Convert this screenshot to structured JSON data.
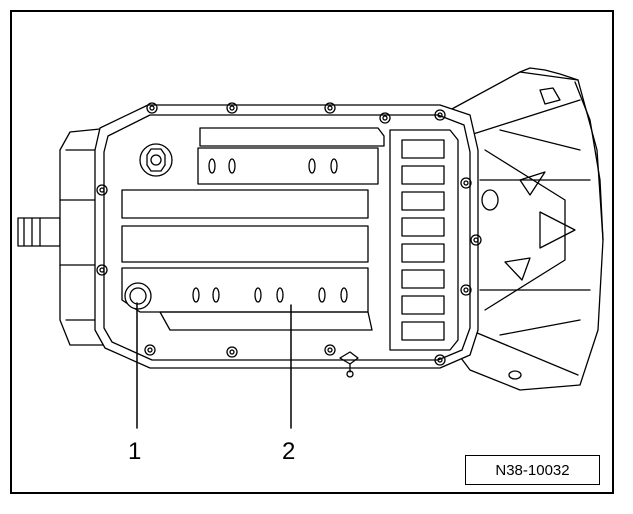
{
  "figure": {
    "id_label": "N38-10032",
    "callouts": [
      {
        "number": "1"
      },
      {
        "number": "2"
      }
    ]
  },
  "colors": {
    "line": "#000000",
    "background": "#ffffff"
  }
}
